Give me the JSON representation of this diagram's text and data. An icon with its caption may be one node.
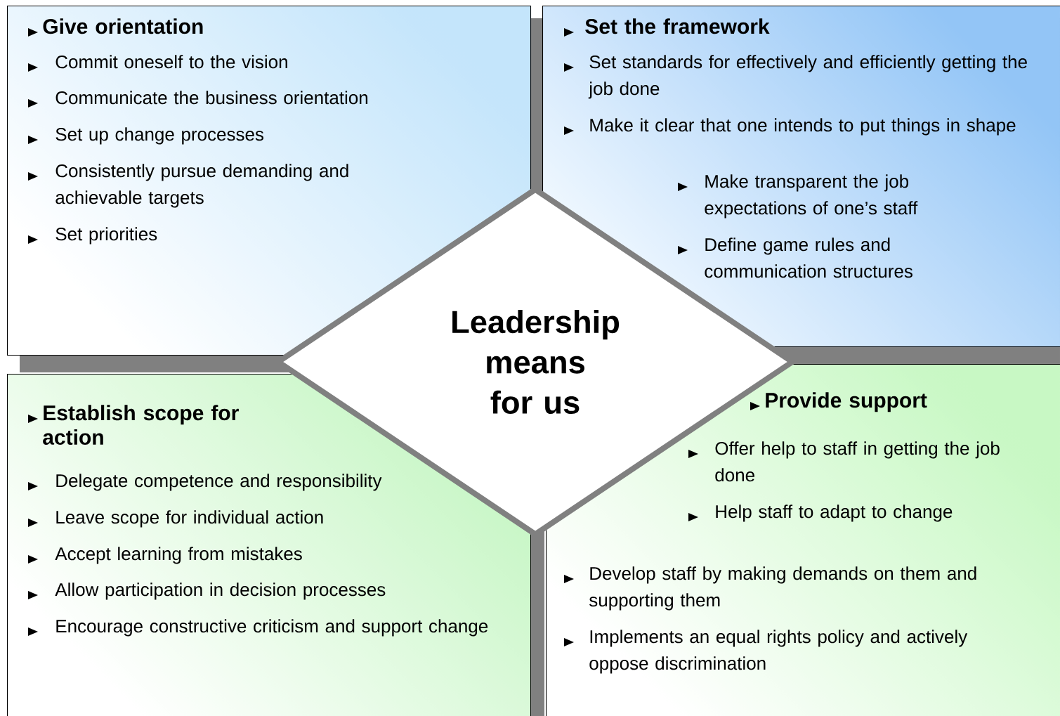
{
  "diagram": {
    "nodes": [
      {
        "text": [
          "Give orientation",
          "Commit oneself to the vision",
          "Communicate the business orientation",
          "Set up change processes",
          "Consistently pursue demanding and achievable targets",
          "Set priorities"
        ]
      },
      {
        "text": [
          "Set the framework",
          "Set standards for effectively and efficiently getting the job done",
          "Make it clear that one intends to put things in shape",
          "Make transparent the job expectations of one’s staff",
          "Define game rules and communication structures"
        ]
      },
      {
        "text": [
          "Leadership means for us"
        ]
      },
      {
        "text": [
          "Establish scope for action",
          "Delegate competence and responsibility",
          "Leave scope for individual action",
          "Accept learning from mistakes",
          "Allow participation in decision processes",
          "Encourage constructive criticism and support change"
        ]
      },
      {
        "text": [
          "Provide support",
          "Offer help to staff in getting the job done",
          "Help staff to adapt to change",
          "Develop staff by making demands on them and supporting them",
          "Implements an equal rights policy and actively oppose discrimination"
        ]
      }
    ]
  }
}
